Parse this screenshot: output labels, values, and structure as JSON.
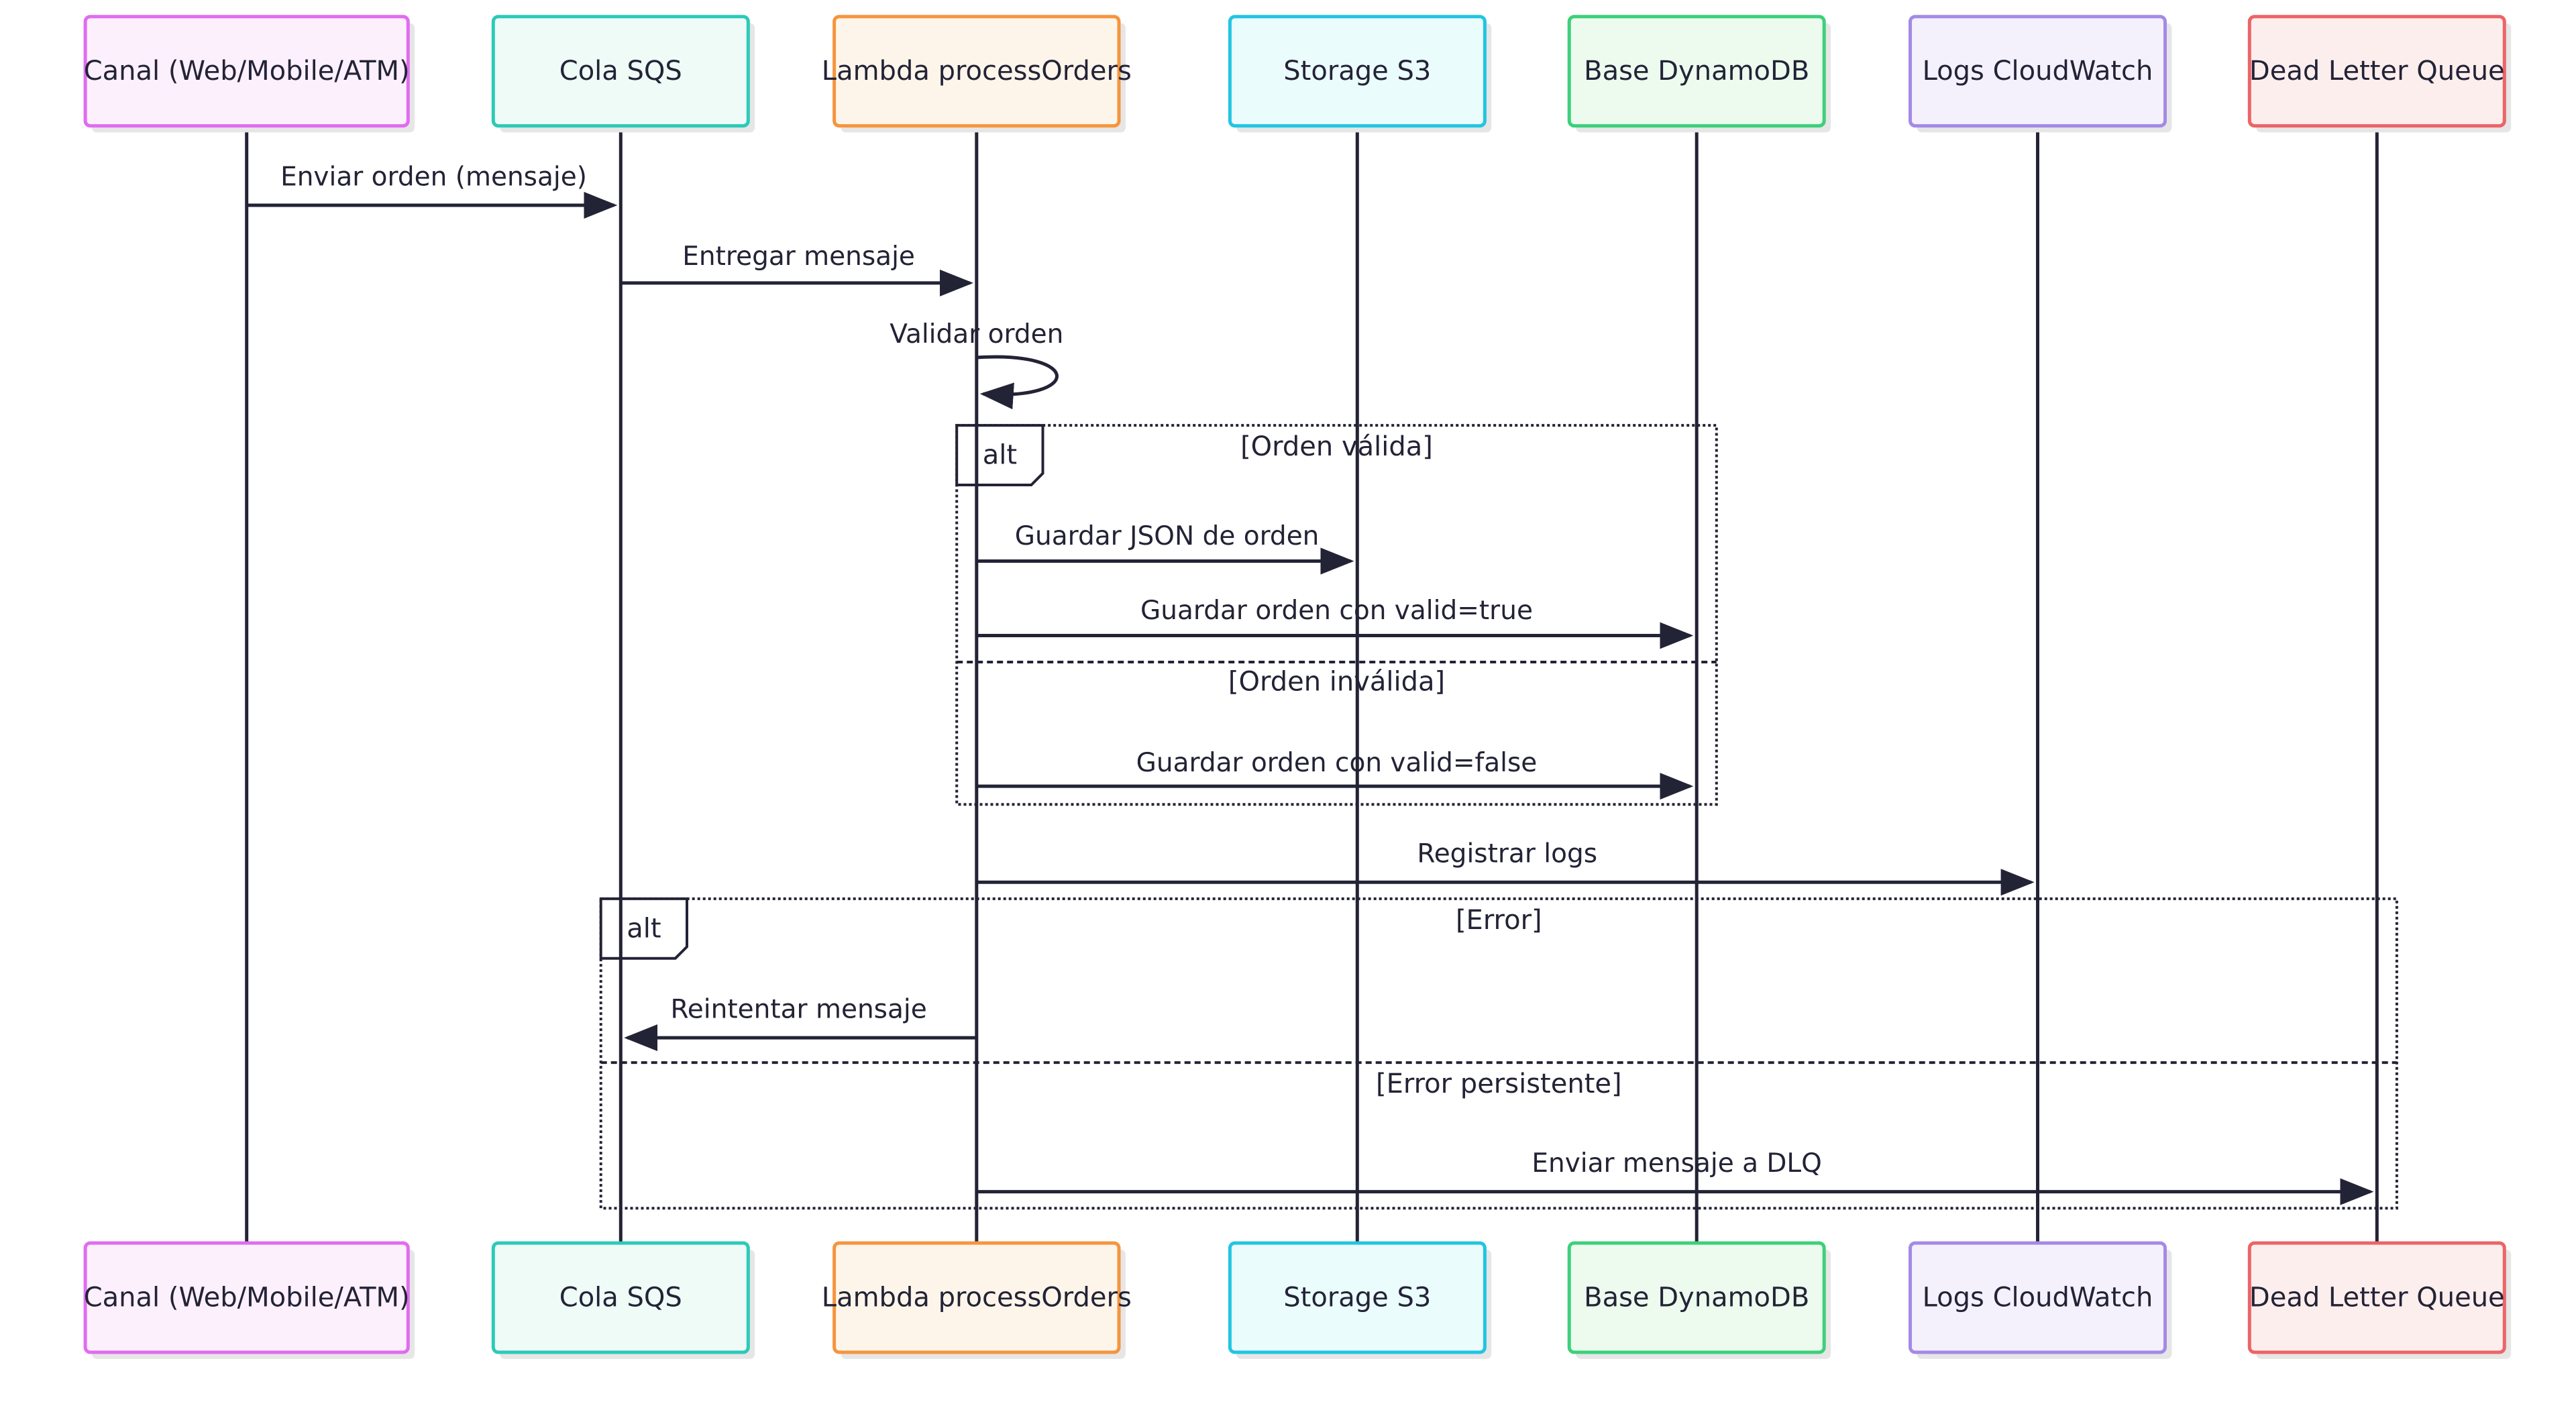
{
  "participants": [
    {
      "id": "canal",
      "label": "Canal (Web/Mobile/ATM)",
      "stroke": "#e06cf0",
      "fill": "#fdf0fd"
    },
    {
      "id": "sqs",
      "label": "Cola SQS",
      "stroke": "#2ccab8",
      "fill": "#eefbf7"
    },
    {
      "id": "lambda",
      "label": "Lambda processOrders",
      "stroke": "#f5953e",
      "fill": "#fef5ea"
    },
    {
      "id": "s3",
      "label": "Storage S3",
      "stroke": "#22c5e2",
      "fill": "#ebfcfd"
    },
    {
      "id": "dynamo",
      "label": "Base DynamoDB",
      "stroke": "#3cd07a",
      "fill": "#ecfbee"
    },
    {
      "id": "cw",
      "label": "Logs CloudWatch",
      "stroke": "#a48ae6",
      "fill": "#f4f1fd"
    },
    {
      "id": "dlq",
      "label": "Dead Letter Queue",
      "stroke": "#ec6467",
      "fill": "#fdeeee"
    }
  ],
  "messages": [
    {
      "from": "canal",
      "to": "sqs",
      "label": "Enviar orden (mensaje)"
    },
    {
      "from": "sqs",
      "to": "lambda",
      "label": "Entregar mensaje"
    },
    {
      "from": "lambda",
      "to": "lambda",
      "label": "Validar orden",
      "self": true
    },
    {
      "from": "lambda",
      "to": "s3",
      "label": "Guardar JSON de orden"
    },
    {
      "from": "lambda",
      "to": "dynamo",
      "label": "Guardar orden con valid=true"
    },
    {
      "from": "lambda",
      "to": "dynamo",
      "label": "Guardar orden con valid=false"
    },
    {
      "from": "lambda",
      "to": "cw",
      "label": "Registrar logs"
    },
    {
      "from": "lambda",
      "to": "sqs",
      "label": "Reintentar mensaje"
    },
    {
      "from": "lambda",
      "to": "dlq",
      "label": "Enviar mensaje a DLQ"
    }
  ],
  "fragments": [
    {
      "keyword": "alt",
      "conditions": [
        "[Orden válida]",
        "[Orden inválida]"
      ]
    },
    {
      "keyword": "alt",
      "conditions": [
        "[Error]",
        "[Error persistente]"
      ]
    }
  ],
  "colors": {
    "line": "#232336",
    "fragment": "#232336",
    "shadow": "#e6e6e6"
  }
}
